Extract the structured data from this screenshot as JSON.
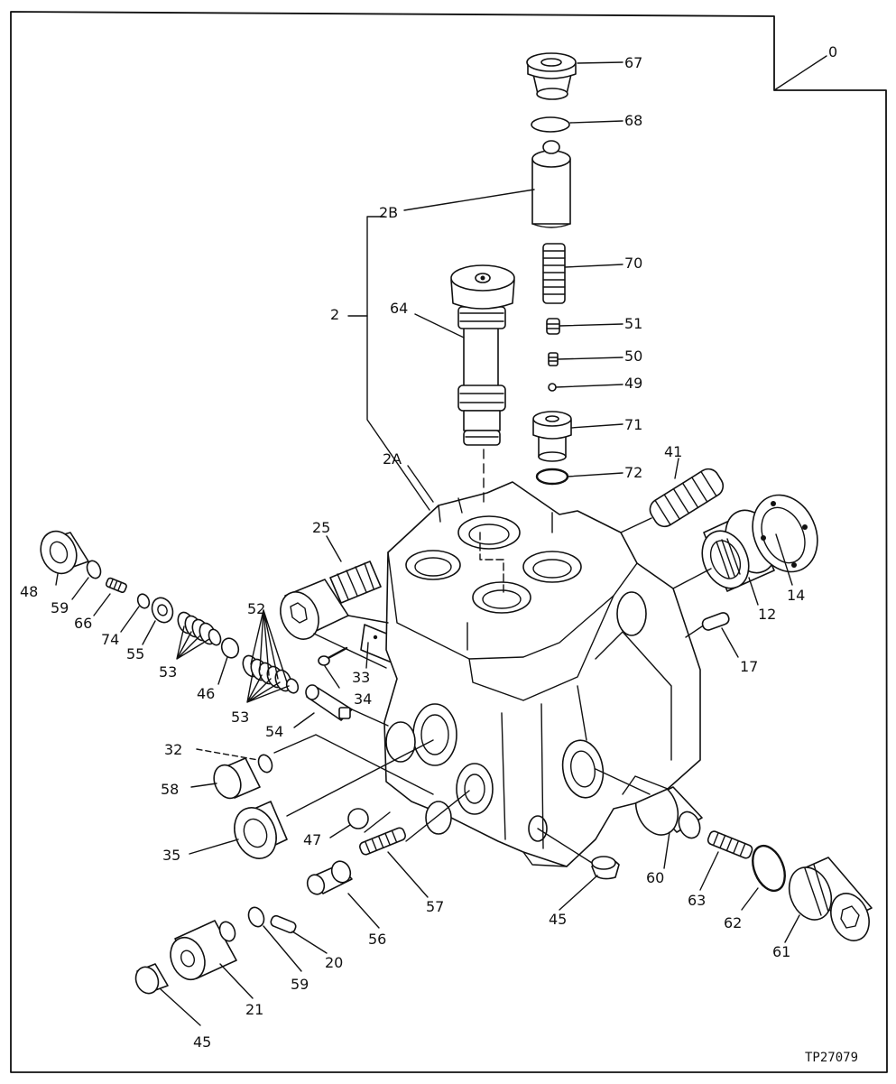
{
  "figure_ref": "TP27079",
  "callouts": [
    {
      "id": "c0",
      "text": "0"
    },
    {
      "id": "c67",
      "text": "67"
    },
    {
      "id": "c68",
      "text": "68"
    },
    {
      "id": "c2B",
      "text": "2B"
    },
    {
      "id": "c70",
      "text": "70"
    },
    {
      "id": "c2",
      "text": "2"
    },
    {
      "id": "c64",
      "text": "64"
    },
    {
      "id": "c51",
      "text": "51"
    },
    {
      "id": "c50",
      "text": "50"
    },
    {
      "id": "c49",
      "text": "49"
    },
    {
      "id": "c71",
      "text": "71"
    },
    {
      "id": "c41",
      "text": "41"
    },
    {
      "id": "c2A",
      "text": "2A"
    },
    {
      "id": "c72",
      "text": "72"
    },
    {
      "id": "c25",
      "text": "25"
    },
    {
      "id": "c14",
      "text": "14"
    },
    {
      "id": "c12",
      "text": "12"
    },
    {
      "id": "c48",
      "text": "48"
    },
    {
      "id": "c59a",
      "text": "59"
    },
    {
      "id": "c66",
      "text": "66"
    },
    {
      "id": "c74",
      "text": "74"
    },
    {
      "id": "c55",
      "text": "55"
    },
    {
      "id": "c52",
      "text": "52"
    },
    {
      "id": "c53a",
      "text": "53"
    },
    {
      "id": "c46",
      "text": "46"
    },
    {
      "id": "c33",
      "text": "33"
    },
    {
      "id": "c34",
      "text": "34"
    },
    {
      "id": "c17",
      "text": "17"
    },
    {
      "id": "c53b",
      "text": "53"
    },
    {
      "id": "c54",
      "text": "54"
    },
    {
      "id": "c32",
      "text": "32"
    },
    {
      "id": "c58",
      "text": "58"
    },
    {
      "id": "c35",
      "text": "35"
    },
    {
      "id": "c47",
      "text": "47"
    },
    {
      "id": "c60",
      "text": "60"
    },
    {
      "id": "c57",
      "text": "57"
    },
    {
      "id": "c63",
      "text": "63"
    },
    {
      "id": "c45a",
      "text": "45"
    },
    {
      "id": "c62",
      "text": "62"
    },
    {
      "id": "c56",
      "text": "56"
    },
    {
      "id": "c61",
      "text": "61"
    },
    {
      "id": "c20",
      "text": "20"
    },
    {
      "id": "c59b",
      "text": "59"
    },
    {
      "id": "c21",
      "text": "21"
    },
    {
      "id": "c45b",
      "text": "45"
    }
  ]
}
